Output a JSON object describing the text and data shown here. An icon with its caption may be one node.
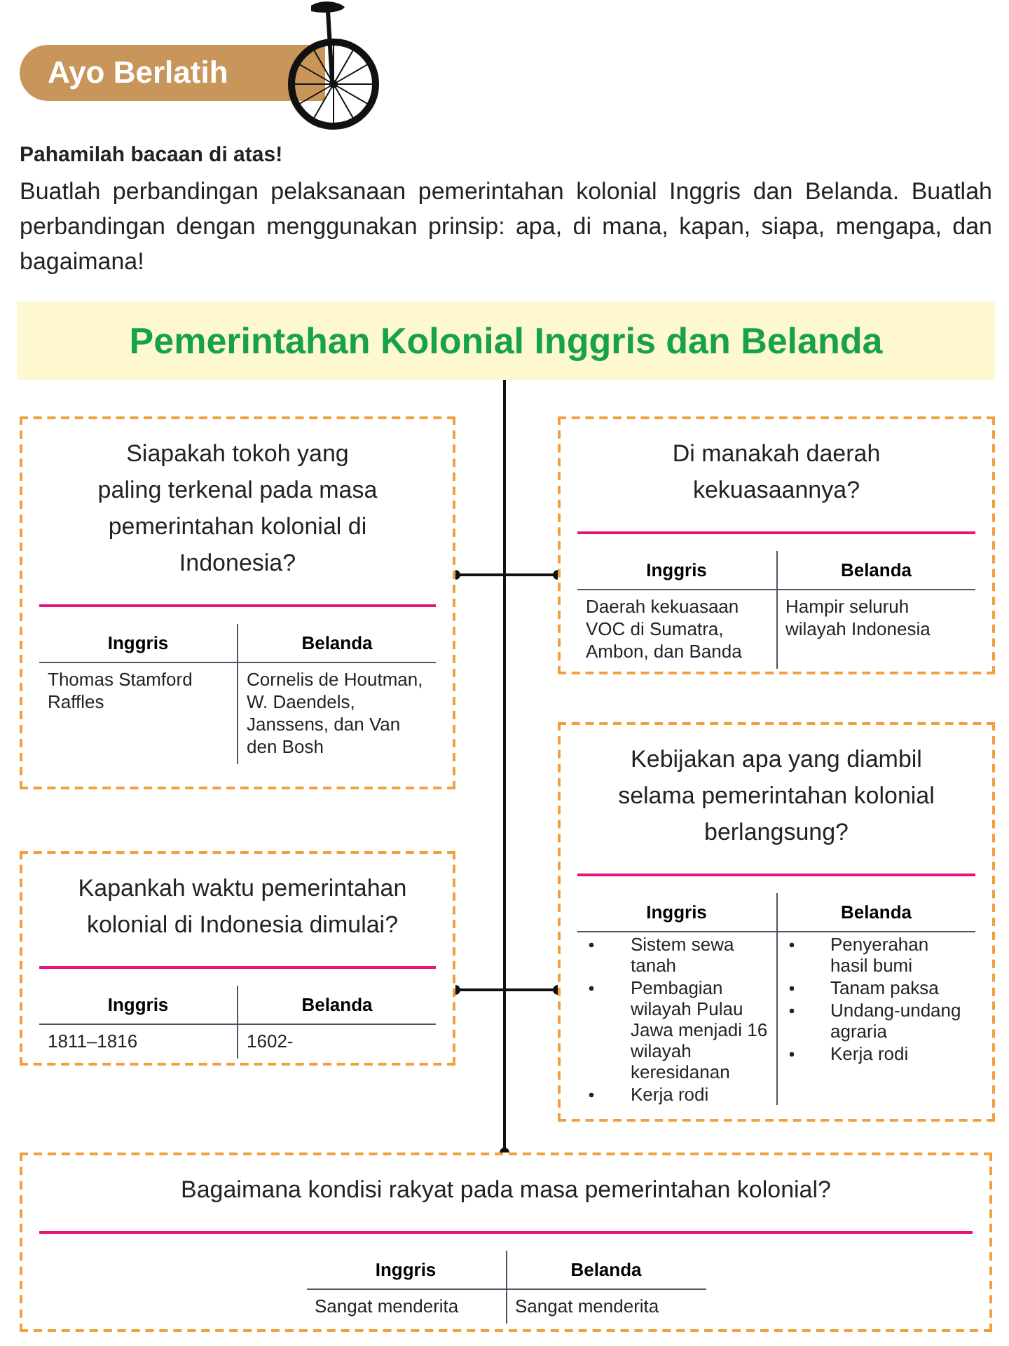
{
  "diagram": {
    "nodes": [
      {
        "text": [
          "Ayo Berlatih"
        ]
      },
      {
        "text": [
          "Pemerintahan Kolonial Inggris dan Belanda"
        ]
      },
      {
        "text": [
          "Siapakah tokoh yang paling terkenal pada masa pemerintahan kolonial di Indonesia?",
          "Inggris",
          "Belanda",
          "Thomas Stamford Raffles",
          "Cornelis de Houtman, W. Daendels, Janssens, dan Van den Bosh"
        ]
      },
      {
        "text": [
          "Di manakah daerah kekuasaannya?",
          "Inggris",
          "Belanda",
          "Daerah kekuasaan VOC di Sumatra, Ambon, dan Banda",
          "Hampir seluruh wilayah Indonesia"
        ]
      },
      {
        "text": [
          "Kebijakan apa yang diambil selama pemerintahan kolonial berlangsung?",
          "Inggris",
          "Belanda",
          "Sistem sewa tanah",
          "Pembagian wilayah Pulau Jawa menjadi 16 wilayah keresidanan",
          "Kerja rodi",
          "Penyerahan hasil bumi",
          "Tanam paksa",
          "Undang-undang agraria",
          "Kerja rodi"
        ]
      },
      {
        "text": [
          "Kapankah waktu pemerintahan kolonial di Indonesia dimulai?",
          "Inggris",
          "Belanda",
          "1811–1816",
          "1602-"
        ]
      },
      {
        "text": [
          "Bagaimana kondisi rakyat pada masa pemerintahan kolonial?",
          "Inggris",
          "Belanda",
          "Sangat menderita",
          "Sangat menderita"
        ]
      }
    ],
    "edges": [
      {
        "from": 1,
        "to": 6,
        "arrow": "other"
      },
      {
        "from": 2,
        "to": 3,
        "arrow": "other"
      },
      {
        "from": 5,
        "to": 4,
        "arrow": "other"
      }
    ],
    "labels": [
      "Pahamilah bacaan di atas!",
      "Buatlah perbandingan pelaksanaan pemerintahan kolonial Inggris dan Belanda. Buatlah perbandingan dengan menggunakan prinsip: apa, di mana, kapan, siapa, mengapa, dan bagaimana!"
    ]
  }
}
